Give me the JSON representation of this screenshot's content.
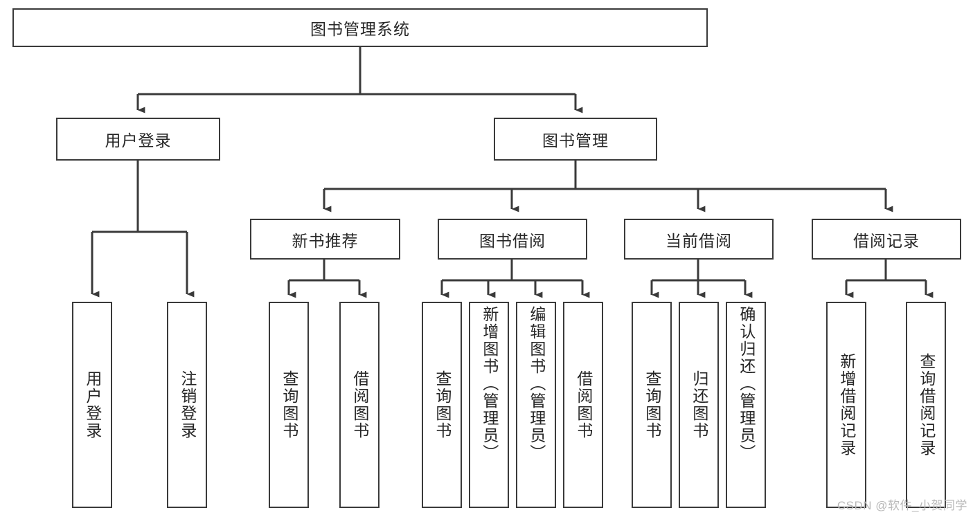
{
  "diagram": {
    "type": "hierarchy-tree",
    "title": "图书管理系统",
    "orientation": "top-down",
    "levels": 4,
    "root": {
      "id": "root",
      "label": "图书管理系统",
      "text_direction": "horizontal"
    },
    "level2": [
      {
        "id": "user-login",
        "label": "用户登录",
        "text_direction": "horizontal"
      },
      {
        "id": "book-manage",
        "label": "图书管理",
        "text_direction": "horizontal"
      }
    ],
    "level3": [
      {
        "id": "new-book-recommend",
        "label": "新书推荐",
        "parent": "book-manage",
        "text_direction": "horizontal"
      },
      {
        "id": "book-borrow",
        "label": "图书借阅",
        "parent": "book-manage",
        "text_direction": "horizontal"
      },
      {
        "id": "current-borrow",
        "label": "当前借阅",
        "parent": "book-manage",
        "text_direction": "horizontal"
      },
      {
        "id": "borrow-record",
        "label": "借阅记录",
        "parent": "book-manage",
        "text_direction": "horizontal"
      }
    ],
    "leaves": [
      {
        "id": "leaf-user-login",
        "label": "用户登录",
        "parent": "user-login",
        "text_direction": "vertical"
      },
      {
        "id": "leaf-logout",
        "label": "注销登录",
        "parent": "user-login",
        "text_direction": "vertical"
      },
      {
        "id": "leaf-query-book-1",
        "label": "查询图书",
        "parent": "new-book-recommend",
        "text_direction": "vertical"
      },
      {
        "id": "leaf-borrow-book-1",
        "label": "借阅图书",
        "parent": "new-book-recommend",
        "text_direction": "vertical"
      },
      {
        "id": "leaf-query-book-2",
        "label": "查询图书",
        "parent": "book-borrow",
        "text_direction": "vertical"
      },
      {
        "id": "leaf-add-book",
        "label": "新增图书（管理员）",
        "parent": "book-borrow",
        "text_direction": "vertical"
      },
      {
        "id": "leaf-edit-book",
        "label": "编辑图书（管理员）",
        "parent": "book-borrow",
        "text_direction": "vertical"
      },
      {
        "id": "leaf-borrow-book-2",
        "label": "借阅图书",
        "parent": "book-borrow",
        "text_direction": "vertical"
      },
      {
        "id": "leaf-query-book-3",
        "label": "查询图书",
        "parent": "current-borrow",
        "text_direction": "vertical"
      },
      {
        "id": "leaf-return-book",
        "label": "归还图书",
        "parent": "current-borrow",
        "text_direction": "vertical"
      },
      {
        "id": "leaf-confirm-return",
        "label": "确认归还（管理员）",
        "parent": "current-borrow",
        "text_direction": "vertical"
      },
      {
        "id": "leaf-add-record",
        "label": "新增借阅记录",
        "parent": "borrow-record",
        "text_direction": "vertical"
      },
      {
        "id": "leaf-query-record",
        "label": "查询借阅记录",
        "parent": "borrow-record",
        "text_direction": "vertical"
      }
    ],
    "colors": {
      "border": "#3a3a3a",
      "background": "#ffffff",
      "text": "#262626",
      "connector": "#3a3a3a",
      "watermark": "#b9b9b9"
    }
  },
  "watermark": {
    "text": "CSDN @软件_小贺同学"
  }
}
